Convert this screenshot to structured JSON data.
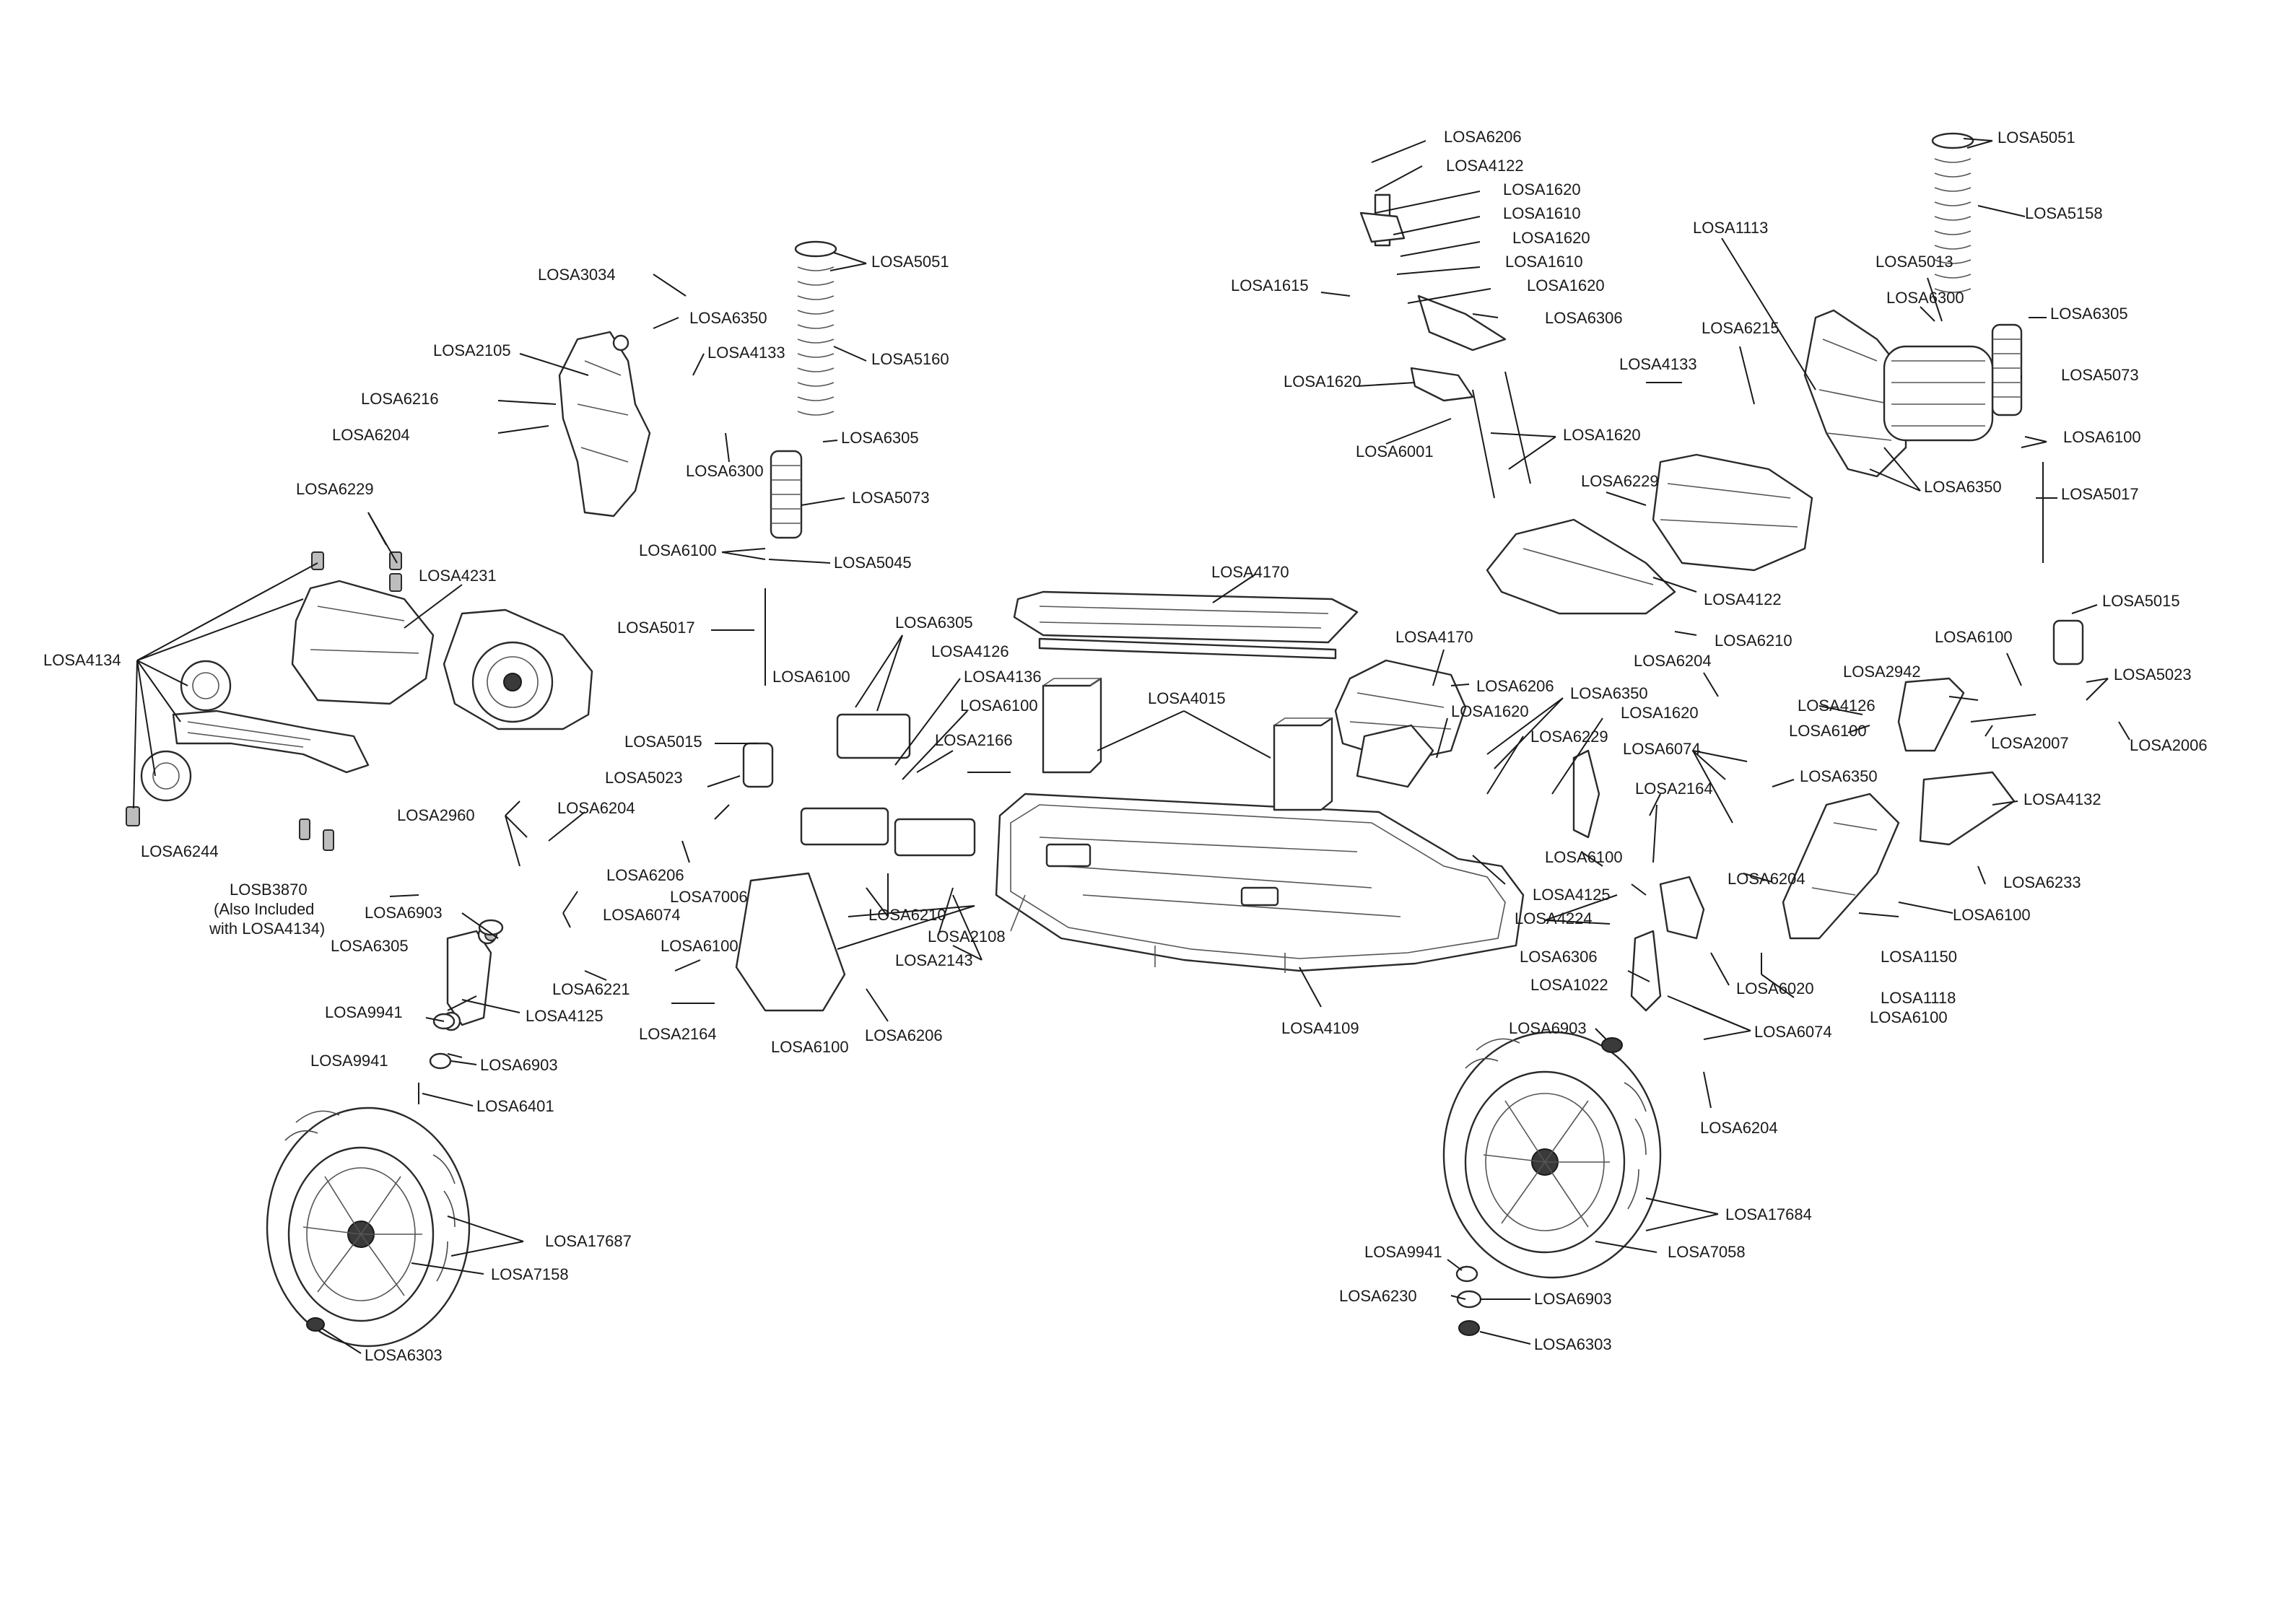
{
  "callouts": [
    {
      "label": "LOSA3034"
    },
    {
      "label": "LOSA6350"
    },
    {
      "label": "LOSA2105"
    },
    {
      "label": "LOSA4133"
    },
    {
      "label": "LOSA5051"
    },
    {
      "label": "LOSA5160"
    },
    {
      "label": "LOSA6216"
    },
    {
      "label": "LOSA6204"
    },
    {
      "label": "LOSA6305"
    },
    {
      "label": "LOSA6300"
    },
    {
      "label": "LOSA5073"
    },
    {
      "label": "LOSA6229"
    },
    {
      "label": "LOSA6100"
    },
    {
      "label": "LOSA5045"
    },
    {
      "label": "LOSA4231"
    },
    {
      "label": "LOSA4134"
    },
    {
      "label": "LOSA5017"
    },
    {
      "label": "LOSA6305"
    },
    {
      "label": "LOSA4126"
    },
    {
      "label": "LOSA4136"
    },
    {
      "label": "LOSA6100"
    },
    {
      "label": "LOSA6100"
    },
    {
      "label": "LOSA2166"
    },
    {
      "label": "LOSA5015"
    },
    {
      "label": "LOSA5023"
    },
    {
      "label": "LOSA6244"
    },
    {
      "label": "LOSB3870"
    },
    {
      "label": "(Also Included"
    },
    {
      "label": "with LOSA4134)"
    },
    {
      "label": "LOSA2960"
    },
    {
      "label": "LOSA6204"
    },
    {
      "label": "LOSA6206"
    },
    {
      "label": "LOSA7006"
    },
    {
      "label": "LOSA6210"
    },
    {
      "label": "LOSA6903"
    },
    {
      "label": "LOSA6074"
    },
    {
      "label": "LOSA2108"
    },
    {
      "label": "LOSA6305"
    },
    {
      "label": "LOSA6100"
    },
    {
      "label": "LOSA2143"
    },
    {
      "label": "LOSA6221"
    },
    {
      "label": "LOSA9941"
    },
    {
      "label": "LOSA4125"
    },
    {
      "label": "LOSA2164"
    },
    {
      "label": "LOSA6206"
    },
    {
      "label": "LOSA6100"
    },
    {
      "label": "LOSA9941"
    },
    {
      "label": "LOSA6903"
    },
    {
      "label": "LOSA6401"
    },
    {
      "label": "LOSA17687"
    },
    {
      "label": "LOSA7158"
    },
    {
      "label": "LOSA6303"
    },
    {
      "label": "LOSA4170"
    },
    {
      "label": "LOSA4015"
    },
    {
      "label": "LOSA6206"
    },
    {
      "label": "LOSA4122"
    },
    {
      "label": "LOSA1620"
    },
    {
      "label": "LOSA1610"
    },
    {
      "label": "LOSA1620"
    },
    {
      "label": "LOSA1610"
    },
    {
      "label": "LOSA1620"
    },
    {
      "label": "LOSA1615"
    },
    {
      "label": "LOSA6306"
    },
    {
      "label": "LOSA1620"
    },
    {
      "label": "LOSA6001"
    },
    {
      "label": "LOSA1620"
    },
    {
      "label": "LOSA6229"
    },
    {
      "label": "LOSA4122"
    },
    {
      "label": "LOSA6210"
    },
    {
      "label": "LOSA4170"
    },
    {
      "label": "LOSA6206"
    },
    {
      "label": "LOSA6350"
    },
    {
      "label": "LOSA1620"
    },
    {
      "label": "LOSA6229"
    },
    {
      "label": "LOSA1620"
    },
    {
      "label": "LOSA1113"
    },
    {
      "label": "LOSA4133"
    },
    {
      "label": "LOSA6215"
    },
    {
      "label": "LOSA5013"
    },
    {
      "label": "LOSA6300"
    },
    {
      "label": "LOSA5051"
    },
    {
      "label": "LOSA5158"
    },
    {
      "label": "LOSA6305"
    },
    {
      "label": "LOSA5073"
    },
    {
      "label": "LOSA6100"
    },
    {
      "label": "LOSA6350"
    },
    {
      "label": "LOSA5017"
    },
    {
      "label": "LOSA5015"
    },
    {
      "label": "LOSA6100"
    },
    {
      "label": "LOSA6204"
    },
    {
      "label": "LOSA2942"
    },
    {
      "label": "LOSA5023"
    },
    {
      "label": "LOSA4126"
    },
    {
      "label": "LOSA6100"
    },
    {
      "label": "LOSA2007"
    },
    {
      "label": "LOSA2006"
    },
    {
      "label": "LOSA6074"
    },
    {
      "label": "LOSA6350"
    },
    {
      "label": "LOSA4132"
    },
    {
      "label": "LOSA2164"
    },
    {
      "label": "LOSA6100"
    },
    {
      "label": "LOSA6204"
    },
    {
      "label": "LOSA6233"
    },
    {
      "label": "LOSA4224"
    },
    {
      "label": "LOSA4125"
    },
    {
      "label": "LOSA6100"
    },
    {
      "label": "LOSA6306"
    },
    {
      "label": "LOSA1150"
    },
    {
      "label": "LOSA1022"
    },
    {
      "label": "LOSA6020"
    },
    {
      "label": "LOSA1118"
    },
    {
      "label": "LOSA6100"
    },
    {
      "label": "LOSA4109"
    },
    {
      "label": "LOSA6903"
    },
    {
      "label": "LOSA6074"
    },
    {
      "label": "LOSA6204"
    },
    {
      "label": "LOSA17684"
    },
    {
      "label": "LOSA9941"
    },
    {
      "label": "LOSA7058"
    },
    {
      "label": "LOSA6230"
    },
    {
      "label": "LOSA6903"
    },
    {
      "label": "LOSA6303"
    }
  ]
}
